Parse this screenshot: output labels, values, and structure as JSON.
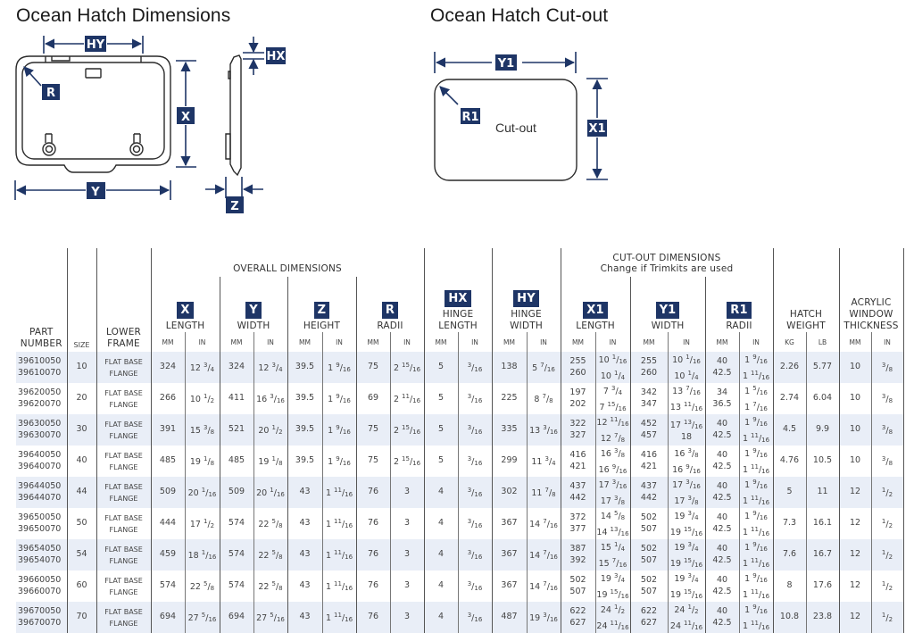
{
  "dimensions_title": "Ocean Hatch Dimensions",
  "cutout_title": "Ocean Hatch Cut-out",
  "diagram_labels": {
    "hy": "HY",
    "hx": "HX",
    "r": "R",
    "x": "X",
    "y": "Y",
    "z": "Z",
    "y1": "Y1",
    "x1": "X1",
    "r1": "R1",
    "cutout_text": "Cut-out"
  },
  "table": {
    "headers": {
      "part_number_1": "PART",
      "part_number_2": "NUMBER",
      "size": "SIZE",
      "lower_frame_1": "LOWER",
      "lower_frame_2": "FRAME",
      "overall": "OVERALL DIMENSIONS",
      "cutout_1": "CUT-OUT DIMENSIONS",
      "cutout_2": "Change if Trimkits are used",
      "x_badge": "X",
      "x_label": "LENGTH",
      "y_badge": "Y",
      "y_label": "WIDTH",
      "z_badge": "Z",
      "z_label": "HEIGHT",
      "r_badge": "R",
      "r_label": "RADII",
      "hx_badge": "HX",
      "hx_label_1": "HINGE",
      "hx_label_2": "LENGTH",
      "hy_badge": "HY",
      "hy_label_1": "HINGE",
      "hy_label_2": "WIDTH",
      "x1_badge": "X1",
      "x1_label": "LENGTH",
      "y1_badge": "Y1",
      "y1_label": "WIDTH",
      "r1_badge": "R1",
      "r1_label": "RADII",
      "weight_1": "HATCH",
      "weight_2": "WEIGHT",
      "acrylic_1": "ACRYLIC",
      "acrylic_2": "WINDOW",
      "acrylic_3": "THICKNESS",
      "mm": "MM",
      "in": "IN",
      "kg": "KG",
      "lb": "LB"
    },
    "rows": [
      {
        "parts": [
          "39610050",
          "39610070"
        ],
        "size": "10",
        "frame": [
          "FLAT BASE",
          "FLANGE"
        ],
        "x_mm": "324",
        "x_in": "12 3/4",
        "y_mm": "324",
        "y_in": "12 3/4",
        "z_mm": "39.5",
        "z_in": "1 9/16",
        "r_mm": "75",
        "r_in": "2 15/16",
        "hx_mm": "5",
        "hx_in": "3/16",
        "hy_mm": "138",
        "hy_in": "5 7/16",
        "x1_mm": [
          "255",
          "260"
        ],
        "x1_in": [
          "10 1/16",
          "10 1/4"
        ],
        "y1_mm": [
          "255",
          "260"
        ],
        "y1_in": [
          "10 1/16",
          "10 1/4"
        ],
        "r1_mm": [
          "40",
          "42.5"
        ],
        "r1_in": [
          "1 9/16",
          "1 11/16"
        ],
        "kg": "2.26",
        "lb": "5.77",
        "acr_mm": "10",
        "acr_in": "3/8"
      },
      {
        "parts": [
          "39620050",
          "39620070"
        ],
        "size": "20",
        "frame": [
          "FLAT BASE",
          "FLANGE"
        ],
        "x_mm": "266",
        "x_in": "10 1/2",
        "y_mm": "411",
        "y_in": "16 3/16",
        "z_mm": "39.5",
        "z_in": "1 9/16",
        "r_mm": "69",
        "r_in": "2 11/16",
        "hx_mm": "5",
        "hx_in": "3/16",
        "hy_mm": "225",
        "hy_in": "8 7/8",
        "x1_mm": [
          "197",
          "202"
        ],
        "x1_in": [
          "7 3/4",
          "7 15/16"
        ],
        "y1_mm": [
          "342",
          "347"
        ],
        "y1_in": [
          "13 7/16",
          "13 11/16"
        ],
        "r1_mm": [
          "34",
          "36.5"
        ],
        "r1_in": [
          "1 5/16",
          "1 7/16"
        ],
        "kg": "2.74",
        "lb": "6.04",
        "acr_mm": "10",
        "acr_in": "3/8"
      },
      {
        "parts": [
          "39630050",
          "39630070"
        ],
        "size": "30",
        "frame": [
          "FLAT BASE",
          "FLANGE"
        ],
        "x_mm": "391",
        "x_in": "15 3/8",
        "y_mm": "521",
        "y_in": "20 1/2",
        "z_mm": "39.5",
        "z_in": "1 9/16",
        "r_mm": "75",
        "r_in": "2 15/16",
        "hx_mm": "5",
        "hx_in": "3/16",
        "hy_mm": "335",
        "hy_in": "13 3/16",
        "x1_mm": [
          "322",
          "327"
        ],
        "x1_in": [
          "12 11/16",
          "12 7/8"
        ],
        "y1_mm": [
          "452",
          "457"
        ],
        "y1_in": [
          "17 13/16",
          "18"
        ],
        "r1_mm": [
          "40",
          "42.5"
        ],
        "r1_in": [
          "1 9/16",
          "1 11/16"
        ],
        "kg": "4.5",
        "lb": "9.9",
        "acr_mm": "10",
        "acr_in": "3/8"
      },
      {
        "parts": [
          "39640050",
          "39640070"
        ],
        "size": "40",
        "frame": [
          "FLAT BASE",
          "FLANGE"
        ],
        "x_mm": "485",
        "x_in": "19 1/8",
        "y_mm": "485",
        "y_in": "19 1/8",
        "z_mm": "39.5",
        "z_in": "1 9/16",
        "r_mm": "75",
        "r_in": "2 15/16",
        "hx_mm": "5",
        "hx_in": "3/16",
        "hy_mm": "299",
        "hy_in": "11 3/4",
        "x1_mm": [
          "416",
          "421"
        ],
        "x1_in": [
          "16 3/8",
          "16 9/16"
        ],
        "y1_mm": [
          "416",
          "421"
        ],
        "y1_in": [
          "16 3/8",
          "16 9/16"
        ],
        "r1_mm": [
          "40",
          "42.5"
        ],
        "r1_in": [
          "1 9/16",
          "1 11/16"
        ],
        "kg": "4.76",
        "lb": "10.5",
        "acr_mm": "10",
        "acr_in": "3/8"
      },
      {
        "parts": [
          "39644050",
          "39644070"
        ],
        "size": "44",
        "frame": [
          "FLAT BASE",
          "FLANGE"
        ],
        "x_mm": "509",
        "x_in": "20 1/16",
        "y_mm": "509",
        "y_in": "20 1/16",
        "z_mm": "43",
        "z_in": "1 11/16",
        "r_mm": "76",
        "r_in": "3",
        "hx_mm": "4",
        "hx_in": "3/16",
        "hy_mm": "302",
        "hy_in": "11 7/8",
        "x1_mm": [
          "437",
          "442"
        ],
        "x1_in": [
          "17 3/16",
          "17 3/8"
        ],
        "y1_mm": [
          "437",
          "442"
        ],
        "y1_in": [
          "17 3/16",
          "17 3/8"
        ],
        "r1_mm": [
          "40",
          "42.5"
        ],
        "r1_in": [
          "1 9/16",
          "1 11/16"
        ],
        "kg": "5",
        "lb": "11",
        "acr_mm": "12",
        "acr_in": "1/2"
      },
      {
        "parts": [
          "39650050",
          "39650070"
        ],
        "size": "50",
        "frame": [
          "FLAT BASE",
          "FLANGE"
        ],
        "x_mm": "444",
        "x_in": "17 1/2",
        "y_mm": "574",
        "y_in": "22 5/8",
        "z_mm": "43",
        "z_in": "1 11/16",
        "r_mm": "76",
        "r_in": "3",
        "hx_mm": "4",
        "hx_in": "3/16",
        "hy_mm": "367",
        "hy_in": "14 7/16",
        "x1_mm": [
          "372",
          "377"
        ],
        "x1_in": [
          "14 5/8",
          "14 13/16"
        ],
        "y1_mm": [
          "502",
          "507"
        ],
        "y1_in": [
          "19 3/4",
          "19 15/16"
        ],
        "r1_mm": [
          "40",
          "42.5"
        ],
        "r1_in": [
          "1 9/16",
          "1 11/16"
        ],
        "kg": "7.3",
        "lb": "16.1",
        "acr_mm": "12",
        "acr_in": "1/2"
      },
      {
        "parts": [
          "39654050",
          "39654070"
        ],
        "size": "54",
        "frame": [
          "FLAT BASE",
          "FLANGE"
        ],
        "x_mm": "459",
        "x_in": "18 1/16",
        "y_mm": "574",
        "y_in": "22 5/8",
        "z_mm": "43",
        "z_in": "1 11/16",
        "r_mm": "76",
        "r_in": "3",
        "hx_mm": "4",
        "hx_in": "3/16",
        "hy_mm": "367",
        "hy_in": "14 7/16",
        "x1_mm": [
          "387",
          "392"
        ],
        "x1_in": [
          "15 1/4",
          "15 7/16"
        ],
        "y1_mm": [
          "502",
          "507"
        ],
        "y1_in": [
          "19 3/4",
          "19 15/16"
        ],
        "r1_mm": [
          "40",
          "42.5"
        ],
        "r1_in": [
          "1 9/16",
          "1 11/16"
        ],
        "kg": "7.6",
        "lb": "16.7",
        "acr_mm": "12",
        "acr_in": "1/2"
      },
      {
        "parts": [
          "39660050",
          "39660070"
        ],
        "size": "60",
        "frame": [
          "FLAT BASE",
          "FLANGE"
        ],
        "x_mm": "574",
        "x_in": "22 5/8",
        "y_mm": "574",
        "y_in": "22 5/8",
        "z_mm": "43",
        "z_in": "1 11/16",
        "r_mm": "76",
        "r_in": "3",
        "hx_mm": "4",
        "hx_in": "3/16",
        "hy_mm": "367",
        "hy_in": "14 7/16",
        "x1_mm": [
          "502",
          "507"
        ],
        "x1_in": [
          "19 3/4",
          "19 15/16"
        ],
        "y1_mm": [
          "502",
          "507"
        ],
        "y1_in": [
          "19 3/4",
          "19 15/16"
        ],
        "r1_mm": [
          "40",
          "42.5"
        ],
        "r1_in": [
          "1 9/16",
          "1 11/16"
        ],
        "kg": "8",
        "lb": "17.6",
        "acr_mm": "12",
        "acr_in": "1/2"
      },
      {
        "parts": [
          "39670050",
          "39670070"
        ],
        "size": "70",
        "frame": [
          "FLAT BASE",
          "FLANGE"
        ],
        "x_mm": "694",
        "x_in": "27 5/16",
        "y_mm": "694",
        "y_in": "27 5/16",
        "z_mm": "43",
        "z_in": "1 11/16",
        "r_mm": "76",
        "r_in": "3",
        "hx_mm": "4",
        "hx_in": "3/16",
        "hy_mm": "487",
        "hy_in": "19 3/16",
        "x1_mm": [
          "622",
          "627"
        ],
        "x1_in": [
          "24 1/2",
          "24 11/16"
        ],
        "y1_mm": [
          "622",
          "627"
        ],
        "y1_in": [
          "24 1/2",
          "24 11/16"
        ],
        "r1_mm": [
          "40",
          "42.5"
        ],
        "r1_in": [
          "1 9/16",
          "1 11/16"
        ],
        "kg": "10.8",
        "lb": "23.8",
        "acr_mm": "12",
        "acr_in": "1/2"
      }
    ]
  }
}
